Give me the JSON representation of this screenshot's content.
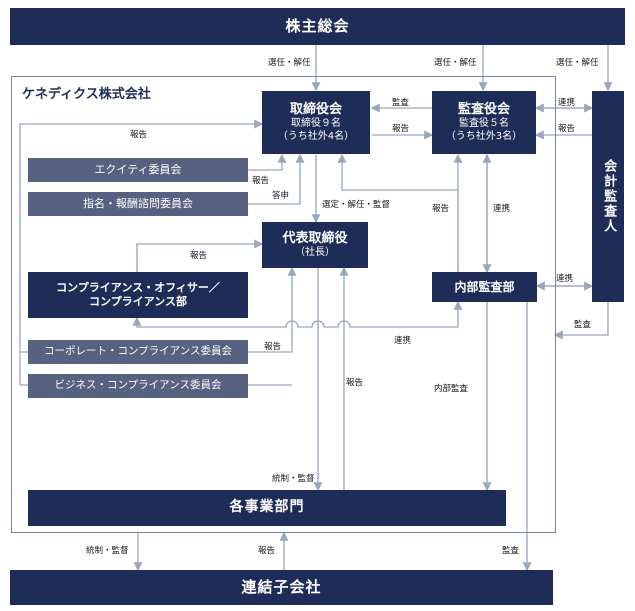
{
  "shareholders_meeting": "株主総会",
  "company": "ケネディクス株式会社",
  "board": {
    "title": "取締役会",
    "line1": "取締役９名",
    "line2": "（うち社外4名）"
  },
  "auditors_board": {
    "title": "監査役会",
    "line1": "監査役５名",
    "line2": "（うち社外3名）"
  },
  "accounting_auditor": "会計監査人",
  "equity_committee": "エクイティ委員会",
  "nomination_committee": "指名・報酬諮問委員会",
  "ceo": {
    "title": "代表取締役",
    "sub": "（社長）"
  },
  "compliance_officer": {
    "line1": "コンプライアンス・オフィサー／",
    "line2": "コンプライアンス部"
  },
  "internal_audit": "内部監査部",
  "corporate_compliance": "コーポレート・コンプライアンス委員会",
  "business_compliance": "ビジネス・コンプライアンス委員会",
  "business_divisions": "各事業部門",
  "subsidiaries": "連結子会社",
  "labels": {
    "appoint_dismiss_board": "選任・解任",
    "appoint_dismiss_auditors": "選任・解任",
    "appoint_dismiss_ext": "選任・解任",
    "audit_top": "監査",
    "report_top": "報告",
    "coop_top": "連携",
    "report_right": "報告",
    "report_left": "報告",
    "report_equity": "報告",
    "advice": "答申",
    "select_dismiss_supervise": "選定・解任・監督",
    "report_auditors": "報告",
    "coop_auditors": "連携",
    "report_compliance": "報告",
    "coop_internal_ext": "連携",
    "audit_ext": "監査",
    "report_corp": "報告",
    "coop_compliance": "連携",
    "report_ceo": "報告",
    "internal_audit_label": "内部監査",
    "control_supervise": "統制・監督",
    "control_supervise_sub": "統制・監督",
    "report_sub": "報告",
    "audit_sub": "監査"
  },
  "colors": {
    "box": "#1e2d57",
    "sub_box": "#56627f",
    "line": "#9aa6bd"
  }
}
